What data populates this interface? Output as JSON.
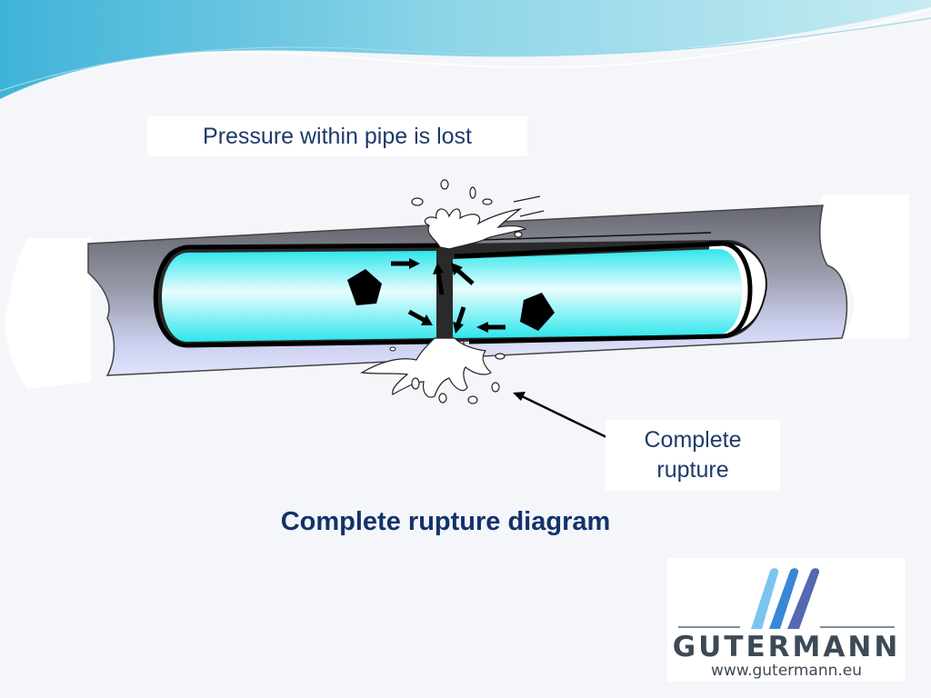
{
  "labels": {
    "pressure": "Pressure within pipe is lost",
    "rupture_line1": "Complete",
    "rupture_line2": "rupture"
  },
  "title": "Complete rupture diagram",
  "logo": {
    "name": "GUTERMANN",
    "url": "www.gutermann.eu"
  },
  "colors": {
    "title": "#13326b",
    "label_text": "#1f3a6b",
    "water": "#3cf2f2",
    "pipe_dark": "#6b6e7a",
    "pipe_light": "#d4d8f7",
    "logo_stripe_light": "#7bc4ef",
    "logo_stripe_mid": "#3a87d8",
    "logo_stripe_dark": "#5568b0",
    "logo_text": "#3d4a55"
  }
}
